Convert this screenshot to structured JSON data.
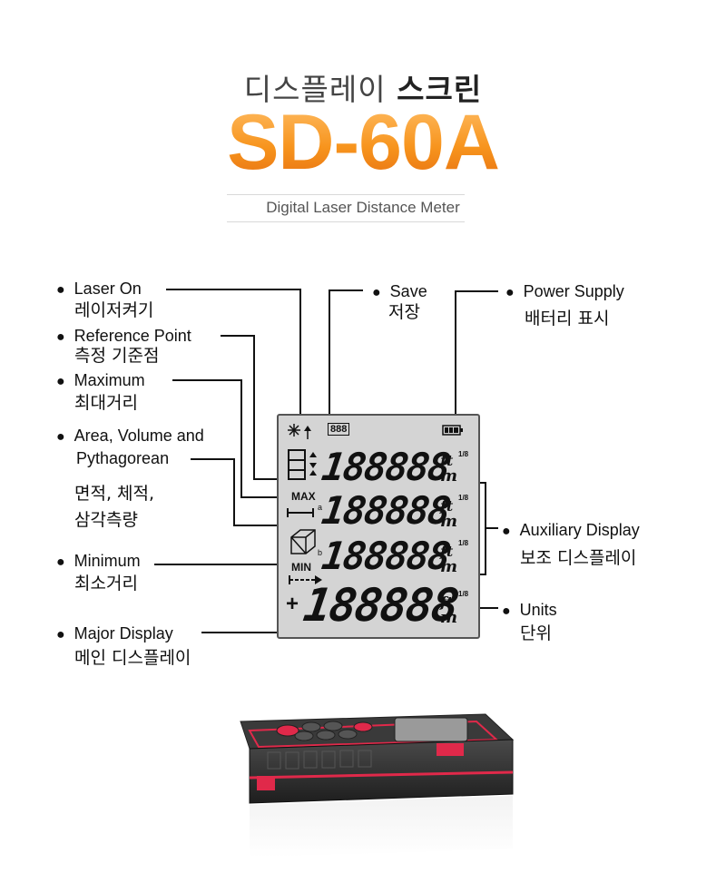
{
  "header": {
    "title_light": "디스플레이",
    "title_bold": "스크린",
    "model": "SD-60A",
    "subtitle": "Digital Laser Distance Meter"
  },
  "labels": {
    "laser_on": {
      "en": "Laser On",
      "ko": "레이저켜기"
    },
    "reference_point": {
      "en": "Reference Point",
      "ko": "측정 기준점"
    },
    "maximum": {
      "en": "Maximum",
      "ko": "최대거리"
    },
    "area": {
      "en1": "Area, Volume and",
      "en2": "Pythagorean",
      "ko1": "면적, 체적,",
      "ko2": "삼각측량"
    },
    "minimum": {
      "en": "Minimum",
      "ko": "최소거리"
    },
    "major_display": {
      "en": "Major Display",
      "ko": "메인 디스플레이"
    },
    "save": {
      "en": "Save",
      "ko": "저장"
    },
    "power_supply": {
      "en": "Power Supply",
      "ko": "배터리 표시"
    },
    "auxiliary_display": {
      "en": "Auxiliary Display",
      "ko": "보조 디스플레이"
    },
    "units": {
      "en": "Units",
      "ko": "단위"
    }
  },
  "lcd": {
    "memory": "888",
    "digits": "188888",
    "digits_main": "188888",
    "unit_top": "ft",
    "unit_bottom": "m",
    "unit_inch": "1/8",
    "max": "MAX",
    "min": "MIN",
    "plus": "+",
    "a": "a",
    "b": "b"
  },
  "colors": {
    "accent": "#f7941d",
    "lcd_bg": "#d4d4d4",
    "device_body": "#2b2b2b",
    "device_trim": "#e0294a"
  },
  "icons": [
    "laser-icon",
    "battery-icon",
    "reference-point-icon",
    "area-icon",
    "volume-icon",
    "arrow-icon"
  ]
}
